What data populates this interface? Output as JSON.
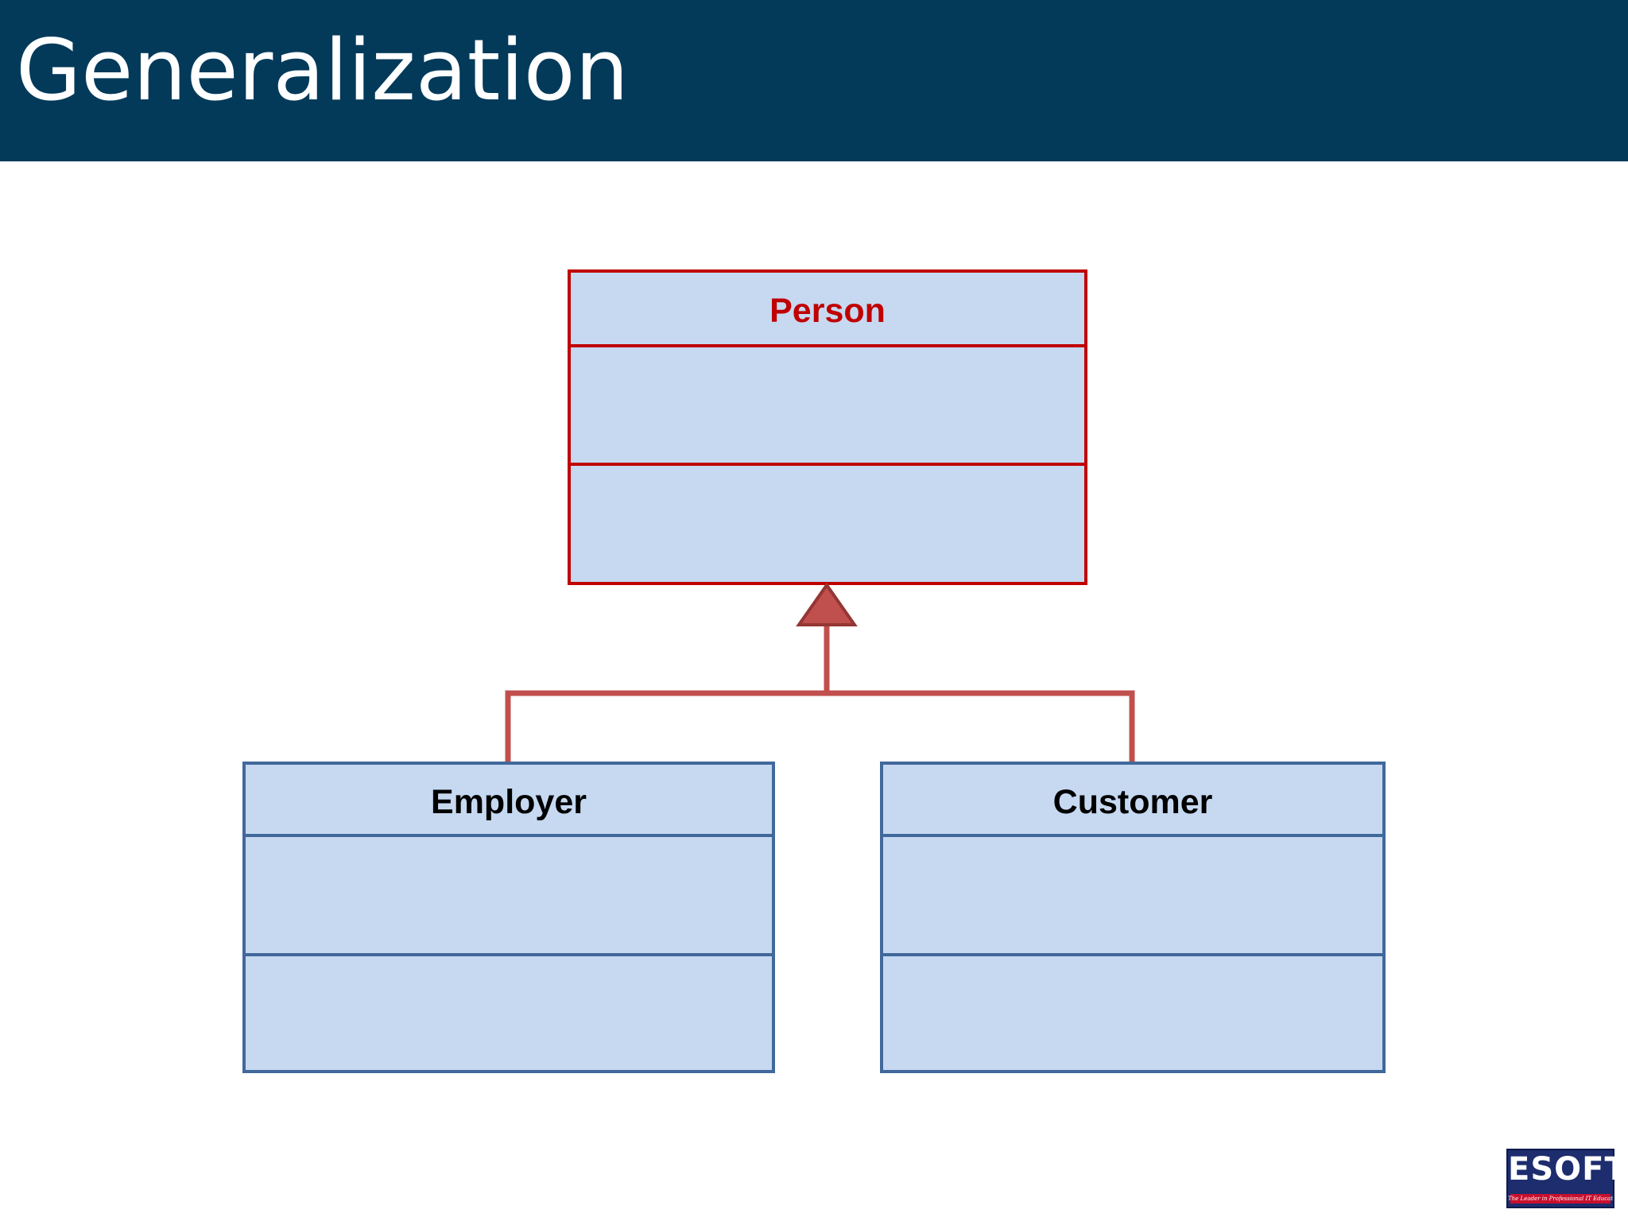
{
  "slide": {
    "title": "Generalization"
  },
  "diagram": {
    "relationship": "generalization",
    "parent": {
      "name": "Person",
      "border_color": "#c00000",
      "label_color": "#c00000"
    },
    "children": [
      {
        "name": "Employer",
        "border_color": "#41689b",
        "label_color": "#000000"
      },
      {
        "name": "Customer",
        "border_color": "#41689b",
        "label_color": "#000000"
      }
    ],
    "box_fill": "#c6d9f1",
    "connector_color": "#c0504d"
  },
  "logo": {
    "word": "ESOFT",
    "tagline": "The Leader in Professional IT Education"
  },
  "colors": {
    "title_bar": "#033a5a",
    "title_text": "#ffffff"
  }
}
